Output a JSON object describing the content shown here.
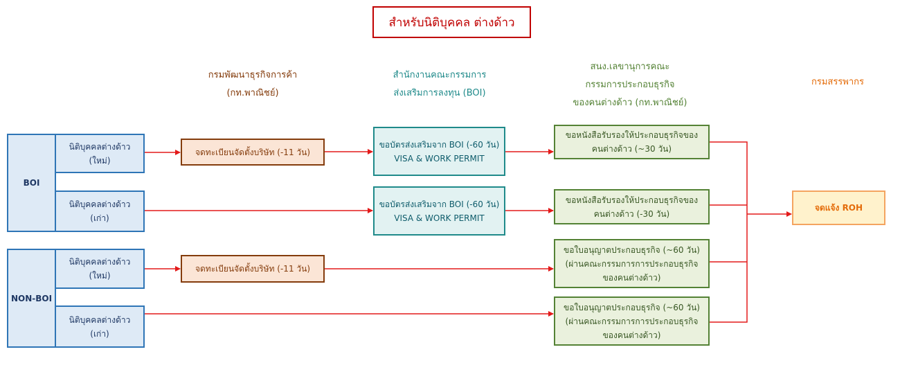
{
  "title": "สำหรับนิติบุคคล ต่างด้าว",
  "headers": {
    "dbd": [
      "กรมพัฒนาธุรกิจการค้า",
      "(กท.พาณิชย์)"
    ],
    "boi": [
      "สำนักงานคณะกรรมการ",
      "ส่งเสริมการลงทุน (BOI)"
    ],
    "fbc": [
      "สนง.เลขานุการคณะ",
      "กรรมการประกอบธุรกิจ",
      "ของคนต่างด้าว (กท.พาณิชย์)"
    ],
    "rd": [
      "กรมสรรพากร"
    ]
  },
  "groups": {
    "boi": "BOI",
    "nonboi": "NON-BOI"
  },
  "entities": {
    "new": [
      "นิติบุคคลต่างด้าว",
      "(ใหม่)"
    ],
    "old": [
      "นิติบุคคลต่างด้าว",
      "(เก่า)"
    ]
  },
  "steps": {
    "register": "จดทะเบียนจัดตั้งบริษัท (-11 วัน)",
    "boi_card": [
      "ขอบัตรส่งเสริมจาก BOI (-60 วัน)",
      "VISA & WORK PERMIT"
    ],
    "cert_row1": [
      "ขอหนังสือรับรองให้ประกอบธุรกิจของ",
      "คนต่างด้าว (~30 วัน)"
    ],
    "cert_row2": [
      "ขอหนังสือรับรองให้ประกอบธุรกิจของ",
      "คนต่างด้าว (-30 วัน)"
    ],
    "license": [
      "ขอใบอนุญาตประกอบธุรกิจ (~60 วัน)",
      "(ผ่านคณะกรรมการการประกอบธุรกิจ",
      "ของคนต่างด้าว)"
    ],
    "roh": "จดแจ้ง ROH"
  },
  "colors": {
    "arrow": "#e31a1a",
    "title": "#c00000",
    "dbd_header": "#843c0c",
    "boi_header": "#1f8a8a",
    "fbc_header": "#548235",
    "rd_header": "#e46c0a"
  }
}
